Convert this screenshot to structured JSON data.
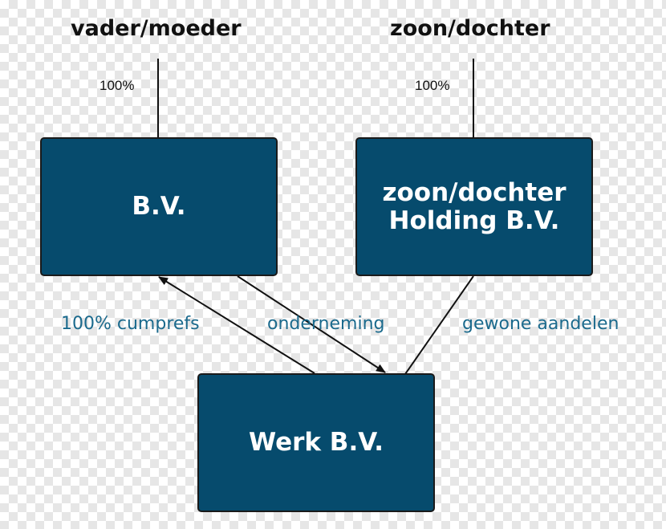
{
  "owners": {
    "parents": "vader/moeder",
    "children": "zoon/dochter"
  },
  "ownership": {
    "parents_pct": "100%",
    "children_pct": "100%"
  },
  "boxes": {
    "parent_bv": "B.V.",
    "holding_line1": "zoon/dochter",
    "holding_line2": "Holding B.V.",
    "werk_bv": "Werk B.V."
  },
  "edges": {
    "cumprefs": "100% cumprefs",
    "onderneming": "onderneming",
    "gewone_aandelen": "gewone aandelen"
  },
  "colors": {
    "box_fill": "#064b6d",
    "edge_label": "#1b6a8d",
    "line": "#111111"
  }
}
